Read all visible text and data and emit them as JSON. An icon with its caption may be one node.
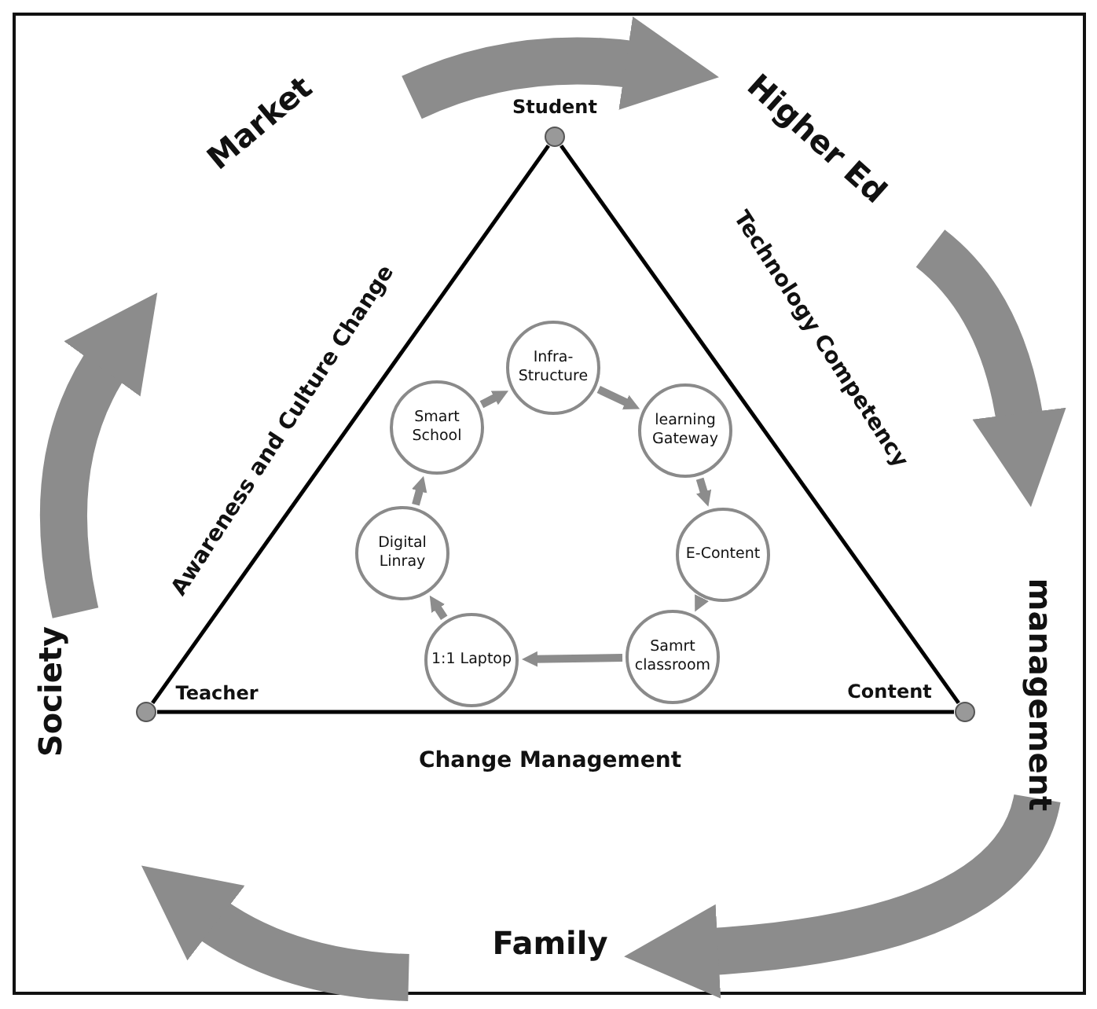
{
  "diagram": {
    "nodes": [
      {
        "text": [
          "Market"
        ]
      },
      {
        "text": [
          "Higher Ed"
        ]
      },
      {
        "text": [
          "management"
        ]
      },
      {
        "text": [
          "Family"
        ]
      },
      {
        "text": [
          "Society"
        ]
      },
      {
        "text": [
          "Student"
        ]
      },
      {
        "text": [
          "Teacher"
        ]
      },
      {
        "text": [
          "Content"
        ]
      },
      {
        "text": [
          "Infra-Structure"
        ]
      },
      {
        "text": [
          "learning Gateway"
        ]
      },
      {
        "text": [
          "E-Content"
        ]
      },
      {
        "text": [
          "Samrt classroom"
        ]
      },
      {
        "text": [
          "1:1 Laptop"
        ]
      },
      {
        "text": [
          "Digital Linray"
        ]
      },
      {
        "text": [
          "Smart School"
        ]
      }
    ],
    "edges": [
      {
        "from": 0,
        "to": 1,
        "arrow": "to",
        "style": "thick"
      },
      {
        "from": 1,
        "to": 2,
        "arrow": "to",
        "style": "thick"
      },
      {
        "from": 2,
        "to": 3,
        "arrow": "to",
        "style": "thick"
      },
      {
        "from": 3,
        "to": 4,
        "arrow": "to",
        "style": "thick"
      },
      {
        "from": 4,
        "to": 0,
        "arrow": "to",
        "style": "thick"
      },
      {
        "from": 5,
        "to": 7,
        "arrow": "none",
        "label": "Technology Competency",
        "color": "#000000"
      },
      {
        "from": 6,
        "to": 7,
        "arrow": "none",
        "label": "Change Management",
        "color": "#000000"
      },
      {
        "from": 6,
        "to": 5,
        "arrow": "none",
        "label": "Awareness and Culture Change",
        "color": "#000000"
      },
      {
        "from": 8,
        "to": 9,
        "arrow": "to"
      },
      {
        "from": 9,
        "to": 10,
        "arrow": "to"
      },
      {
        "from": 10,
        "to": 11,
        "arrow": "to"
      },
      {
        "from": 11,
        "to": 12,
        "arrow": "to"
      },
      {
        "from": 12,
        "to": 13,
        "arrow": "to"
      },
      {
        "from": 13,
        "to": 14,
        "arrow": "to"
      },
      {
        "from": 14,
        "to": 8,
        "arrow": "to"
      }
    ]
  }
}
